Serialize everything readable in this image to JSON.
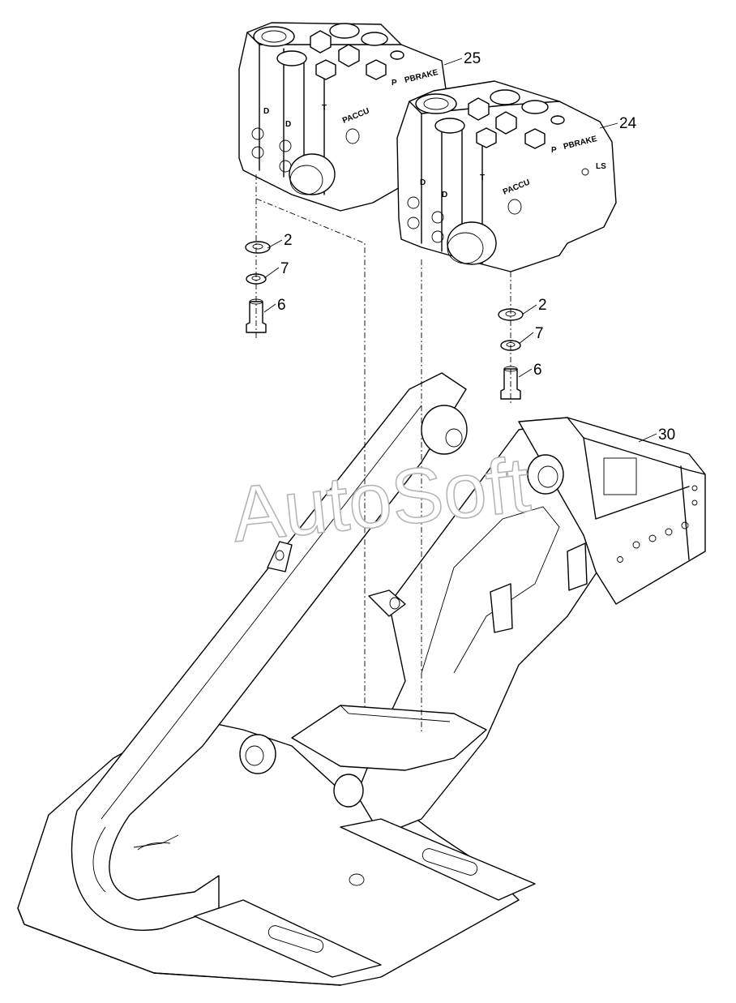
{
  "callouts": {
    "valve_a": "25",
    "valve_b": "24",
    "washer_left": "2",
    "lock_washer_left": "7",
    "bolt_left": "6",
    "washer_right": "2",
    "lock_washer_right": "7",
    "bolt_right": "6",
    "frame": "30"
  },
  "valve_markings": {
    "pressure": "P",
    "pressure_brake": "PBRAKE",
    "pressure_accu": "PACCU",
    "tank": "T",
    "ports": "D",
    "load_sense": "LS"
  },
  "watermark": "AutoSoft"
}
